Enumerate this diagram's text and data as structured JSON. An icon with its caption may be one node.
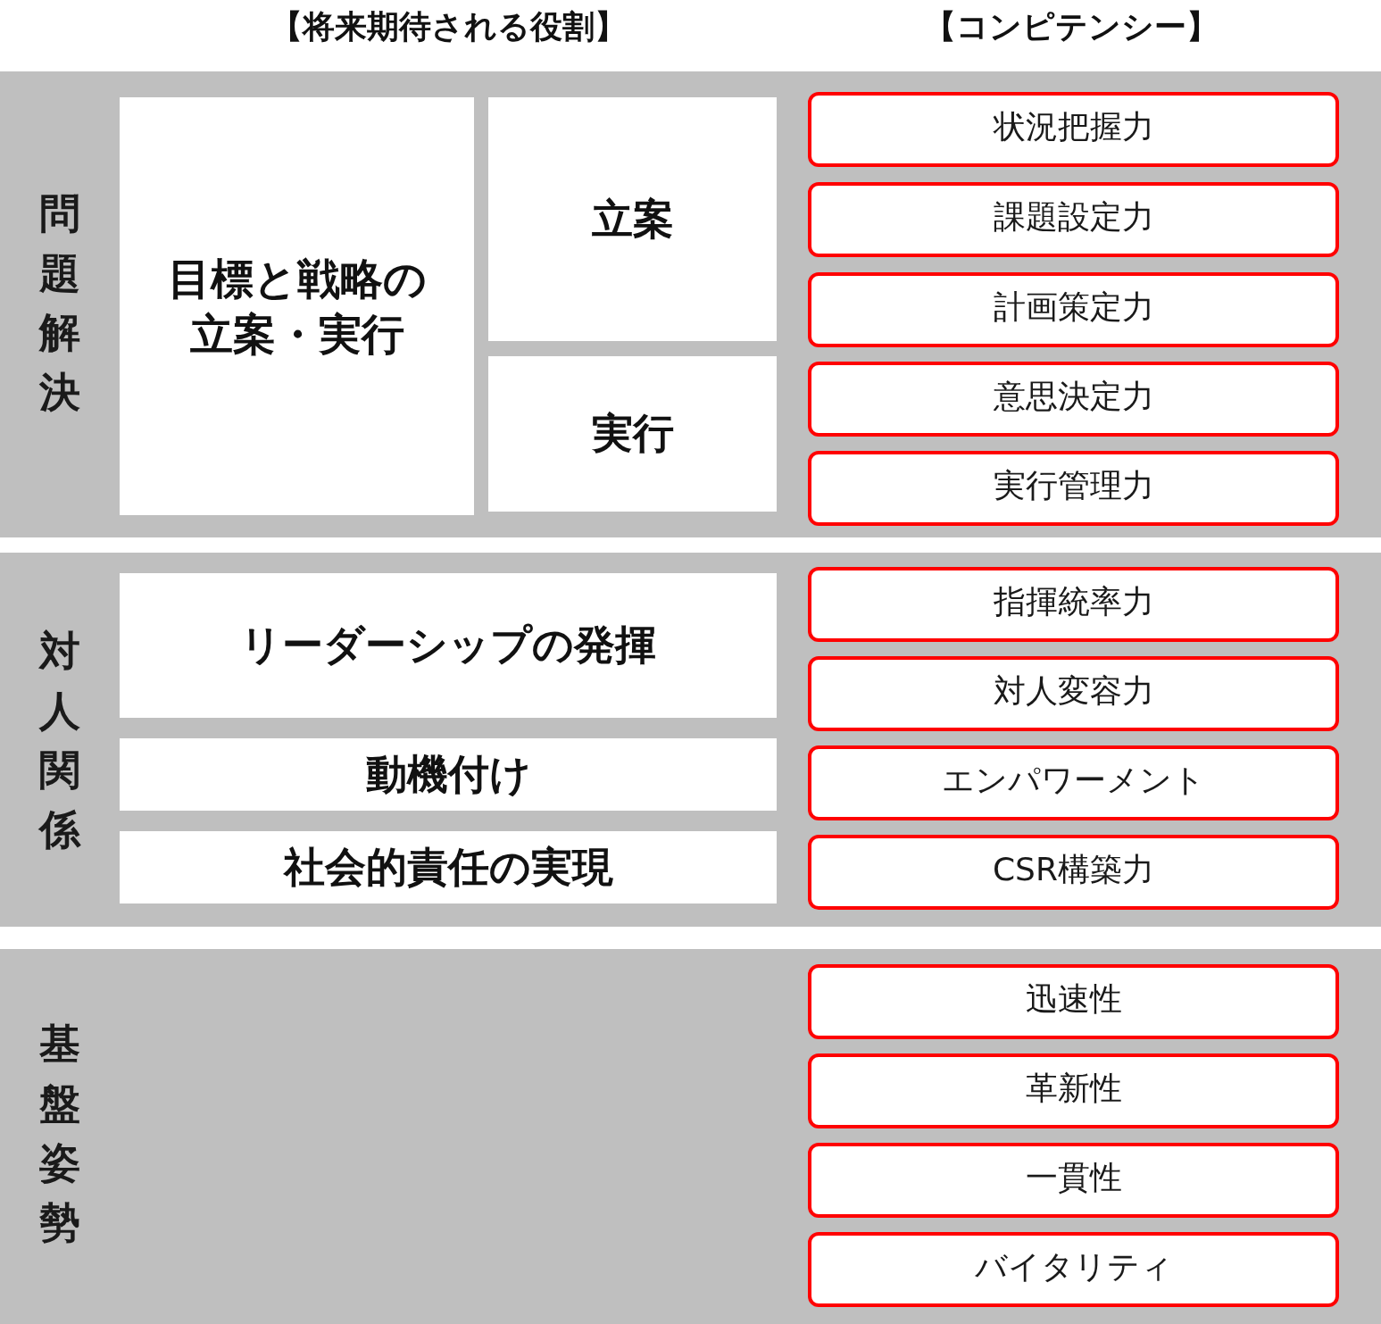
{
  "diagram": {
    "nodes": [
      {
        "text": [
          "問題解決"
        ]
      },
      {
        "text": [
          "目標と戦略の立案・実行"
        ],
        "in": 0
      },
      {
        "text": [
          "立案"
        ],
        "in": 0
      },
      {
        "text": [
          "実行"
        ],
        "in": 0
      },
      {
        "text": [
          "状況把握力"
        ],
        "in": 0
      },
      {
        "text": [
          "課題設定力"
        ],
        "in": 0
      },
      {
        "text": [
          "計画策定力"
        ],
        "in": 0
      },
      {
        "text": [
          "意思決定力"
        ],
        "in": 0
      },
      {
        "text": [
          "実行管理力"
        ],
        "in": 0
      },
      {
        "text": [
          "対人関係"
        ]
      },
      {
        "text": [
          "リーダーシップの発揮"
        ],
        "in": 9
      },
      {
        "text": [
          "動機付け"
        ],
        "in": 9
      },
      {
        "text": [
          "社会的責任の実現"
        ],
        "in": 9
      },
      {
        "text": [
          "指揮統率力"
        ],
        "in": 9
      },
      {
        "text": [
          "対人変容力"
        ],
        "in": 9
      },
      {
        "text": [
          "エンパワーメント"
        ],
        "in": 9
      },
      {
        "text": [
          "CSR構築力"
        ],
        "in": 9
      },
      {
        "text": [
          "基盤姿勢"
        ]
      },
      {
        "text": [
          "迅速性"
        ],
        "in": 17
      },
      {
        "text": [
          "革新性"
        ],
        "in": 17
      },
      {
        "text": [
          "一貫性"
        ],
        "in": 17
      },
      {
        "text": [
          "バイタリティ"
        ],
        "in": 17
      }
    ],
    "labels": [
      "【将来期待される役割】",
      "【コンピテンシー】"
    ]
  }
}
